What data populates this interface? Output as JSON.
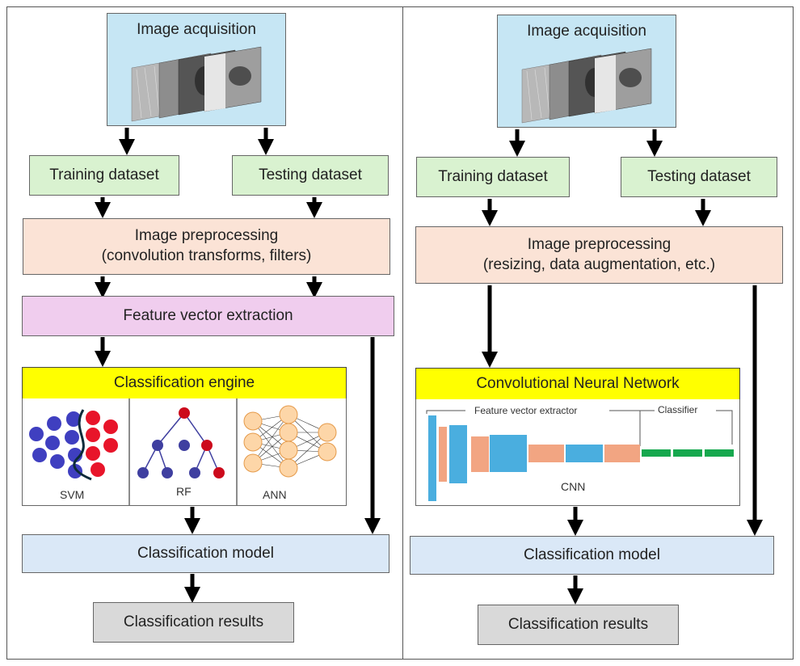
{
  "left": {
    "acquisition": "Image acquisition",
    "training": "Training dataset",
    "testing": "Testing dataset",
    "preprocessing_line1": "Image preprocessing",
    "preprocessing_line2": "(convolution transforms, filters)",
    "feature_extraction": "Feature vector extraction",
    "engine": "Classification engine",
    "methods": [
      "SVM",
      "RF",
      "ANN"
    ],
    "model": "Classification model",
    "results": "Classification results"
  },
  "right": {
    "acquisition": "Image acquisition",
    "training": "Training dataset",
    "testing": "Testing dataset",
    "preprocessing_line1": "Image preprocessing",
    "preprocessing_line2": "(resizing, data augmentation, etc.)",
    "cnn_title": "Convolutional Neural Network",
    "feature_extractor": "Feature vector extractor",
    "classifier": "Classifier",
    "cnn_label": "CNN",
    "model": "Classification model",
    "results": "Classification results"
  },
  "colors": {
    "acquisition": "#c6e6f4",
    "dataset": "#d9f2d0",
    "preprocessing": "#fbe3d6",
    "feature_extraction": "#f0cdee",
    "engine_header": "#ffff00",
    "model": "#dae8f7",
    "results": "#d9d9d9",
    "cnn_blue": "#4aaedf",
    "cnn_orange": "#f2a582",
    "cnn_green": "#16a84e",
    "svm_blue": "#3f3fc0",
    "svm_red": "#e8152a",
    "ann_node": "#fdd6a8"
  }
}
